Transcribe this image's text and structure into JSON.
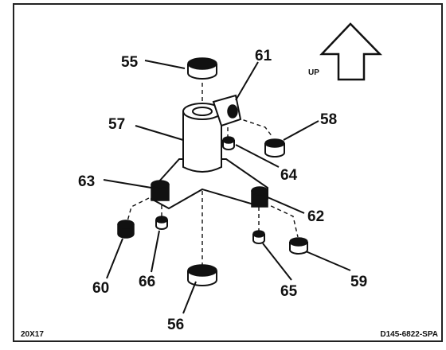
{
  "callouts": {
    "c55": "55",
    "c61": "61",
    "c57": "57",
    "c58": "58",
    "c64": "64",
    "c63": "63",
    "c62": "62",
    "c60": "60",
    "c66": "66",
    "c65": "65",
    "c59": "59",
    "c56": "56"
  },
  "up_label": "UP",
  "footer": {
    "left_code": "20X17",
    "right_code": "D145-6822-SPA"
  },
  "icons": {
    "orientation": "up-arrow-icon"
  }
}
